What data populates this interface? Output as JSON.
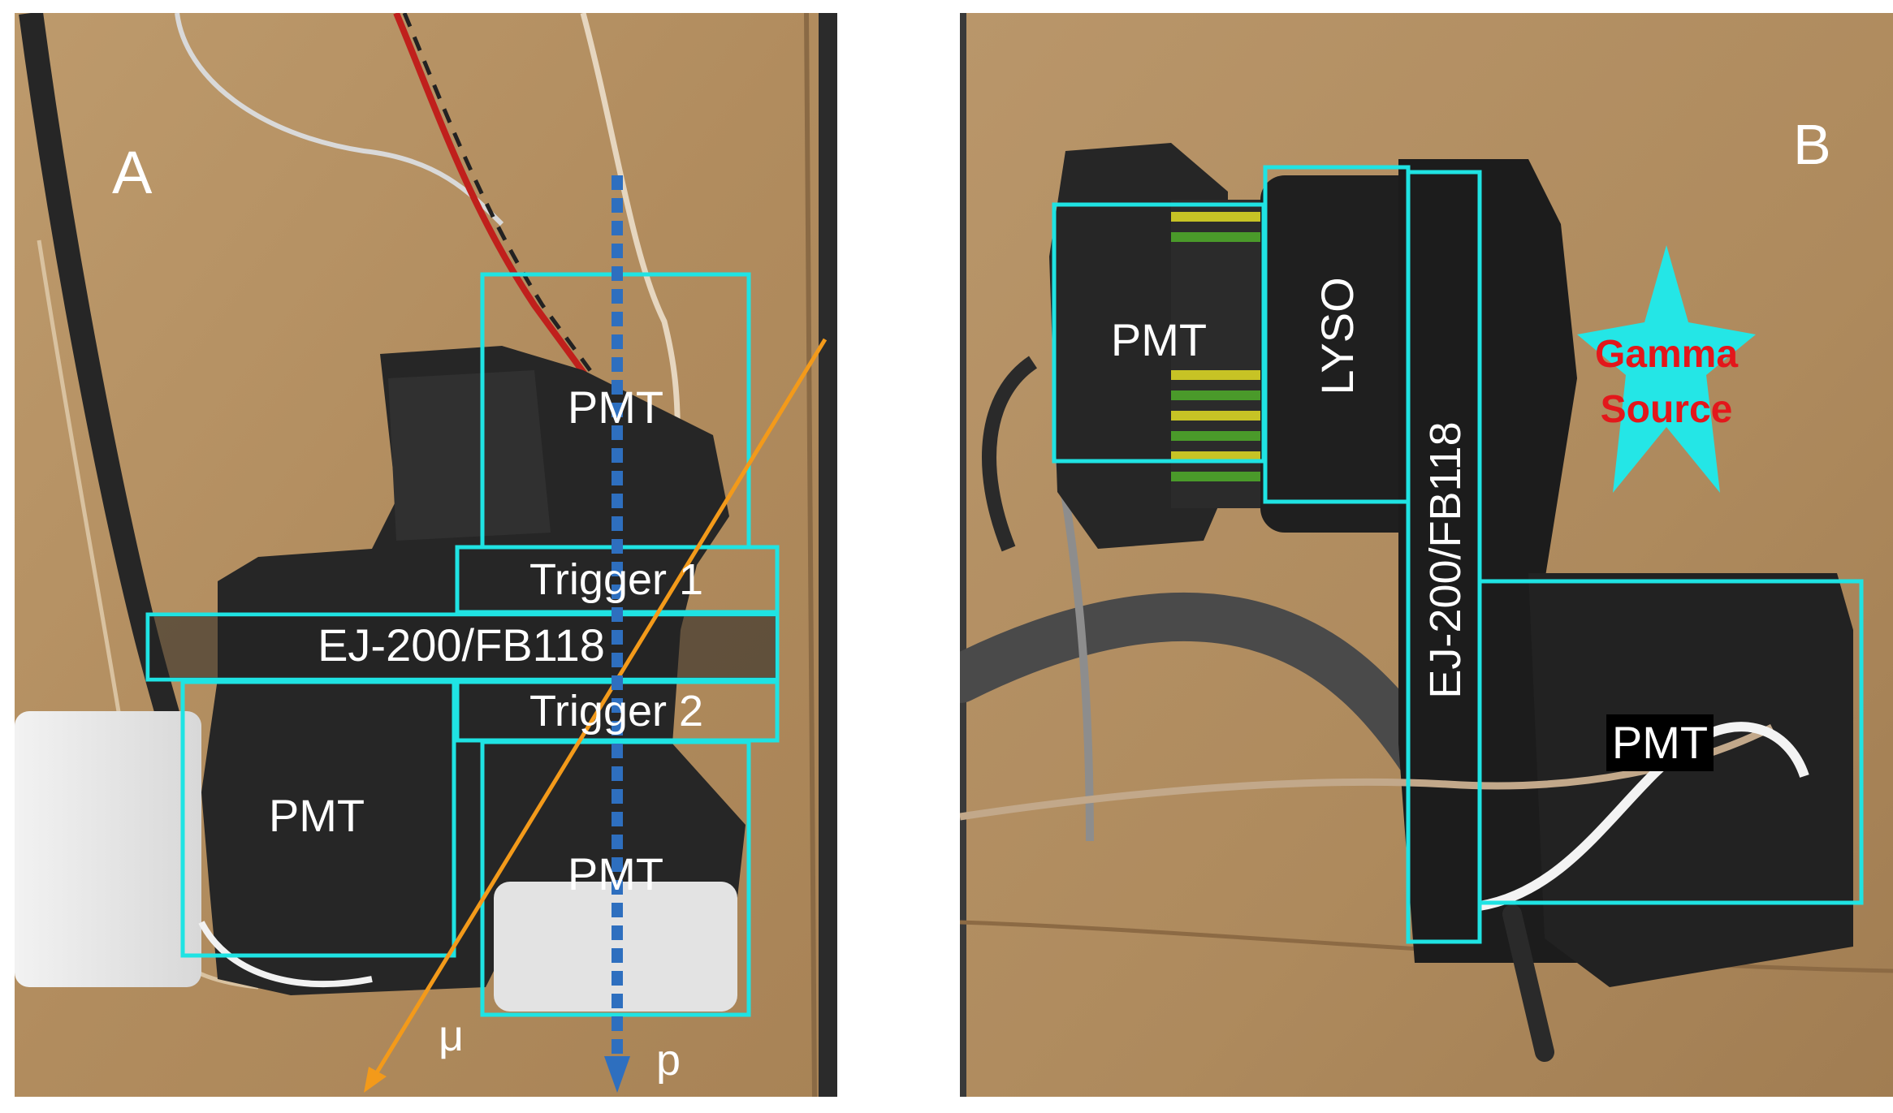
{
  "panel_a": {
    "letter": "A",
    "labels": {
      "pmt_top": "PMT",
      "trigger_1": "Trigger 1",
      "scintillator": "EJ-200/FB118",
      "trigger_2": "Trigger 2",
      "pmt_left": "PMT",
      "pmt_bottom": "PMT",
      "muon": "μ",
      "proton": "p"
    }
  },
  "panel_b": {
    "letter": "B",
    "labels": {
      "pmt_left": "PMT",
      "lyso": "LYSO",
      "scintillator": "EJ-200/FB118",
      "source_line_1": "Gamma",
      "source_line_2": "Source",
      "pmt_right": "PMT"
    }
  },
  "colors": {
    "box_outline": "#1fe3e3",
    "muon_arrow": "#f39a1a",
    "proton_arrow": "#2e6fbf",
    "source_text": "#e3171b",
    "cardboard": "#b18d5f"
  }
}
